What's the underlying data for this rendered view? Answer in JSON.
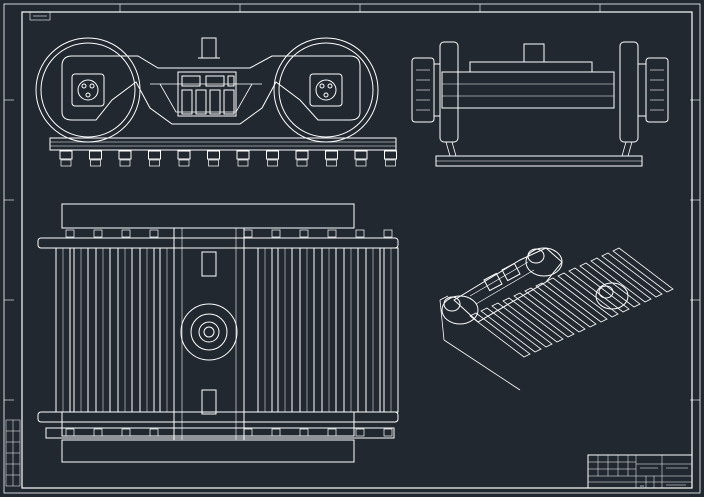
{
  "drawing": {
    "background": "#212830",
    "line_color": "#ffffff",
    "accent_color": "#cfd6dc",
    "top_left_tag": "",
    "title_block": {
      "cells": [
        "",
        "",
        "",
        "",
        "",
        ""
      ]
    }
  },
  "views": [
    {
      "id": "front-view",
      "label": ""
    },
    {
      "id": "side-view",
      "label": ""
    },
    {
      "id": "top-view",
      "label": ""
    },
    {
      "id": "isometric-view",
      "label": ""
    }
  ]
}
